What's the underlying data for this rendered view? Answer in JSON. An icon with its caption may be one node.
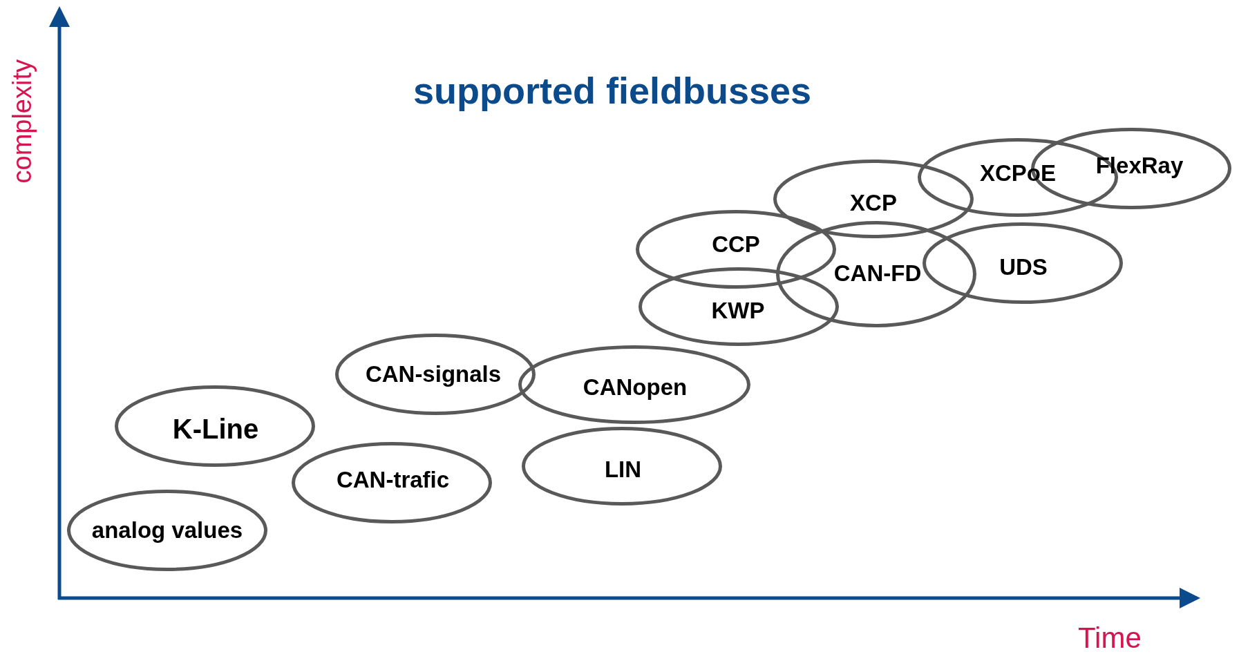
{
  "diagram": {
    "title": "supported fieldbusses",
    "nodes": [
      {
        "text": [
          "FlexRay"
        ]
      },
      {
        "text": [
          "XCPoE"
        ]
      },
      {
        "text": [
          "XCP"
        ]
      },
      {
        "text": [
          "CCP"
        ]
      },
      {
        "text": [
          "UDS"
        ]
      },
      {
        "text": [
          "CAN-FD"
        ]
      },
      {
        "text": [
          "KWP"
        ]
      },
      {
        "text": [
          "CAN-signals"
        ]
      },
      {
        "text": [
          "CANopen"
        ]
      },
      {
        "text": [
          "K-Line"
        ]
      },
      {
        "text": [
          "LIN"
        ]
      },
      {
        "text": [
          "CAN-trafic"
        ]
      },
      {
        "text": [
          "analog values"
        ]
      }
    ],
    "labels": [
      "complexity",
      "Time"
    ]
  }
}
